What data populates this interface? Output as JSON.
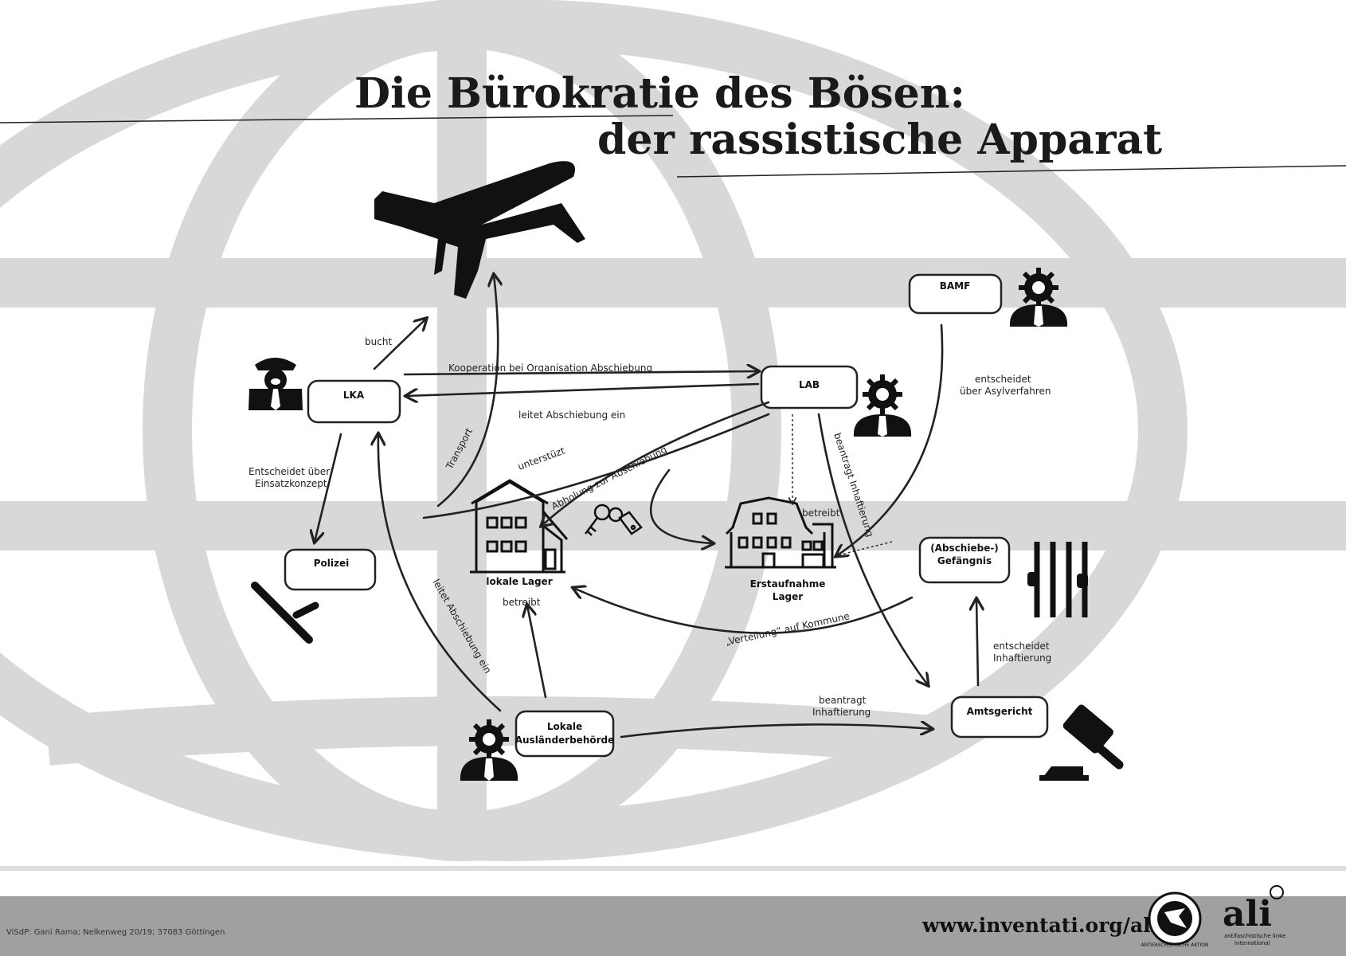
{
  "title": {
    "line1": "Die Bürokratie des Bösen:",
    "line2": "der rassistische Apparat"
  },
  "nodes": {
    "lka": "LKA",
    "lab": "LAB",
    "bamf": "BAMF",
    "polizei": "Polizei",
    "gefaengnis_1": "(Abschiebe-)",
    "gefaengnis_2": "Gefängnis",
    "amtsgericht": "Amtsgericht",
    "auslaenderbehoerde_1": "Lokale",
    "auslaenderbehoerde_2": "Ausländerbehörde",
    "lokale_lager": "lokale Lager",
    "erstaufnahme_1": "Erstaufnahme",
    "erstaufnahme_2": "Lager"
  },
  "edges": {
    "bucht": "bucht",
    "kooperation": "Kooperation bei Organisation Abschiebung",
    "leitet_ein": "leitet Abschiebung ein",
    "transport": "Transport",
    "unterstuetzt": "unterstüzt",
    "abholung": "Abholung zur Abschiebung",
    "entscheidet_einsatz_1": "Entscheidet über",
    "entscheidet_einsatz_2": "Einsatzkonzept",
    "betreibt_erst": "betreibt",
    "betreibt_lokal": "betreibt",
    "leitet_ein_lokal": "leitet Abschiebung ein",
    "beantragt_lab": "beantragt Inhaftierung",
    "entscheidet_asyl_1": "entscheidet",
    "entscheidet_asyl_2": "über Asylverfahren",
    "verteilung": "„Verteilung“ auf Kommune",
    "beantragt_inhaft_1": "beantragt",
    "beantragt_inhaft_2": "Inhaftierung",
    "entscheidet_inhaft_1": "entscheidet",
    "entscheidet_inhaft_2": "Inhaftierung"
  },
  "footer": {
    "visdp": "ViSdP: Gani Rama; Nelkenweg 20/19; 37083 Göttingen",
    "url": "www.inventati.org/ali",
    "logo_ali": "ali",
    "logo_ali_sub_1": "antifaschistische linke",
    "logo_ali_sub_2": "international",
    "logo_antifa": "ANTIFASCHISTISCHE AKTION"
  },
  "icons": [
    "airplane-icon",
    "police-officer-icon",
    "official-gear-icon",
    "house-icon",
    "keys-icon",
    "baton-icon",
    "prison-bars-icon",
    "gavel-icon",
    "globe-background"
  ],
  "colors": {
    "ink": "#1a1a1a",
    "globe": "#d8d8d8",
    "footer_bar": "#a0a0a0"
  }
}
